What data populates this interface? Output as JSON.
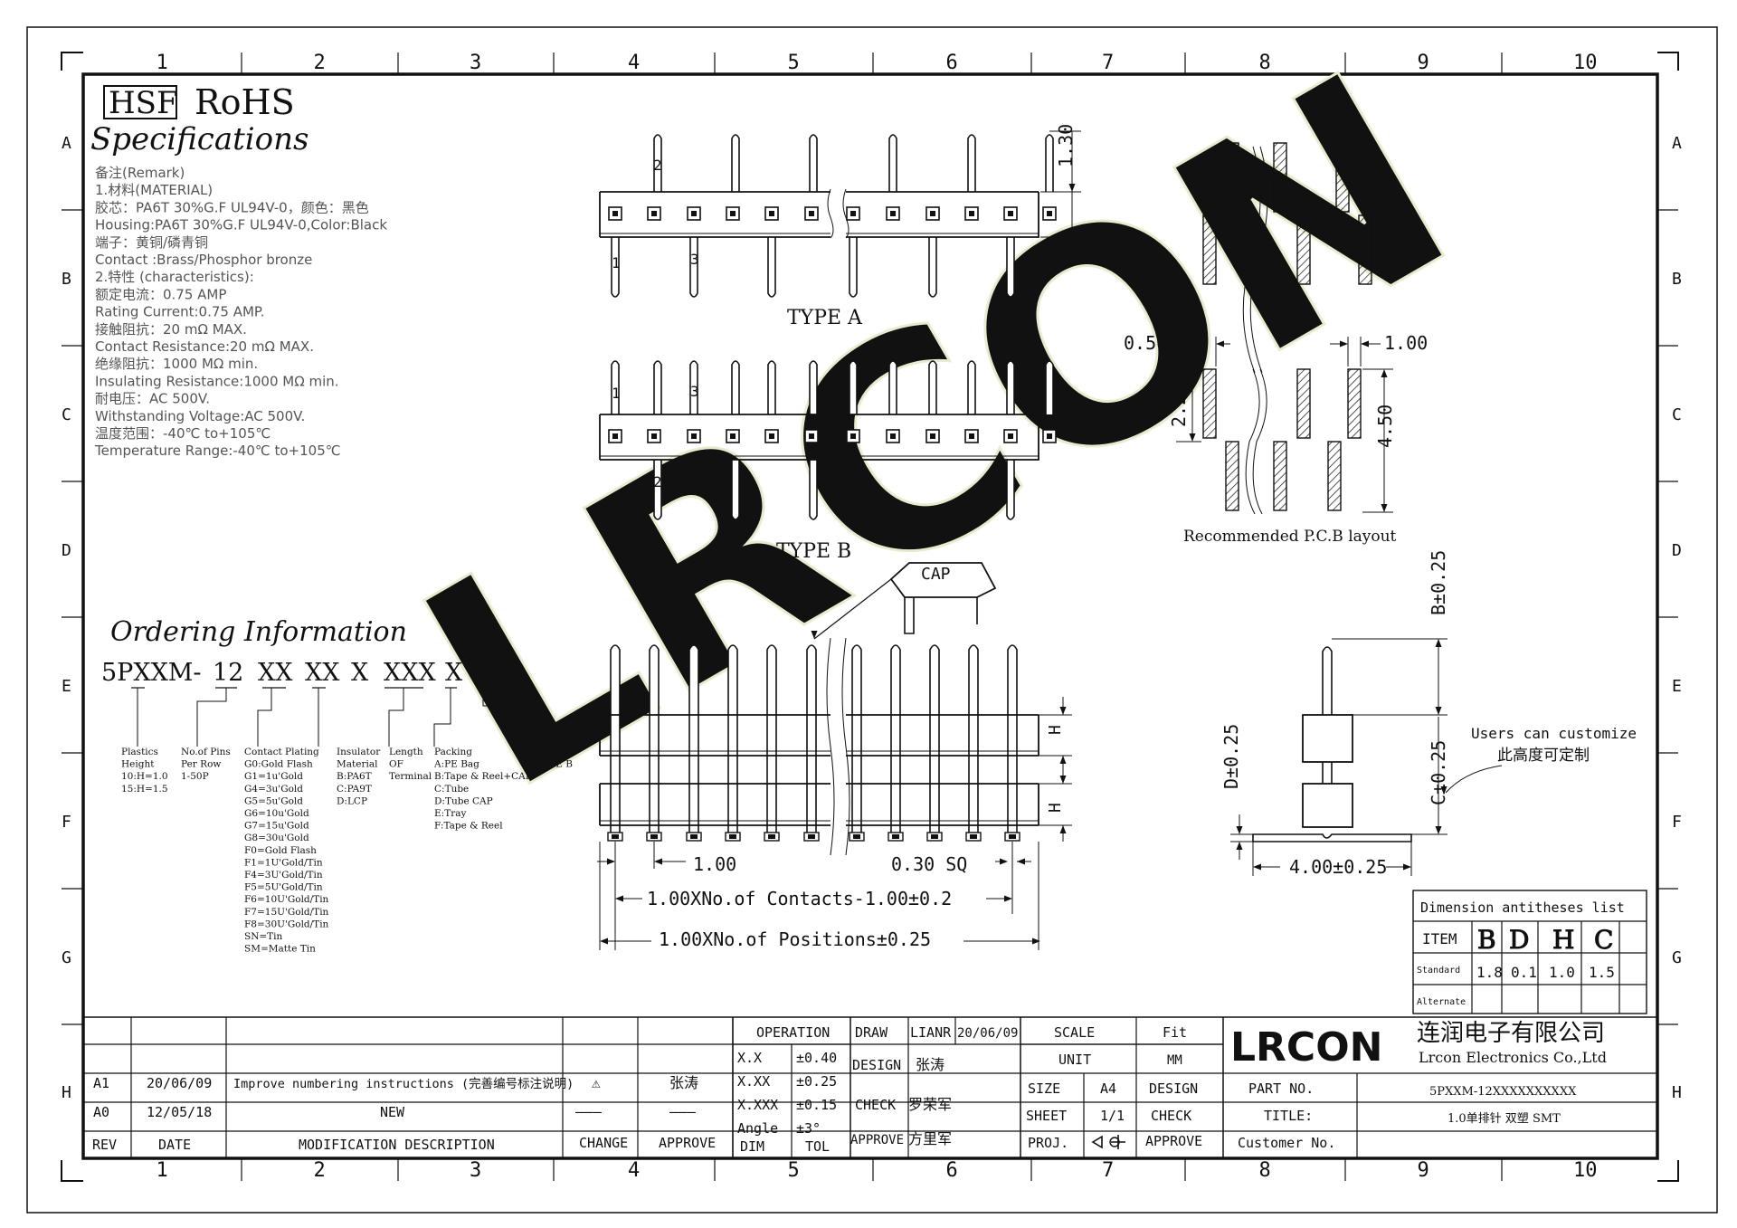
{
  "colors": {
    "line": "#111111",
    "brand": "#1f33c8",
    "watermark": "#e8eccf"
  },
  "grid": {
    "cols": [
      "1",
      "2",
      "3",
      "4",
      "5",
      "6",
      "7",
      "8",
      "9",
      "10"
    ],
    "rows": [
      "A",
      "B",
      "C",
      "D",
      "E",
      "F",
      "G",
      "H"
    ]
  },
  "header": {
    "hsf": "HSF",
    "rohs": "RoHS",
    "title": "Specifications"
  },
  "specs": [
    "备注(Remark)",
    "1.材料(MATERIAL)",
    "胶芯：PA6T 30%G.F UL94V-0，颜色：黑色",
    "Housing:PA6T 30%G.F UL94V-0,Color:Black",
    "端子：黄铜/磷青铜",
    "Contact :Brass/Phosphor bronze",
    "2.特性 (characteristics):",
    "额定电流：0.75 AMP",
    "Rating Current:0.75 AMP.",
    "接触阻抗：20 mΩ MAX.",
    "Contact Resistance:20 mΩ MAX.",
    "绝缘阻抗：1000 MΩ min.",
    "Insulating Resistance:1000 MΩ  min.",
    "耐电压：AC 500V.",
    "Withstanding Voltage:AC 500V.",
    "温度范围：-40℃ to+105℃",
    "Temperature Range:-40℃ to+105℃"
  ],
  "views": {
    "type_a": "TYPE A",
    "type_b": "TYPE B",
    "dim_130": "1.30",
    "pin_labels": [
      "1",
      "2",
      "3"
    ],
    "cap": "CAP",
    "pcb": {
      "title": "Recommended P.C.B layout",
      "dim_056": "0.56",
      "dim_100": "1.00",
      "dim_220": "2.20",
      "dim_450": "4.50"
    },
    "front": {
      "dim_pitch": "1.00",
      "dim_sq": "0.30 SQ",
      "dim_contacts": "1.00XNo.of Contacts-1.00±0.2",
      "dim_positions": "1.00XNo.of Positions±0.25",
      "h": "H"
    },
    "side": {
      "b": "B±0.25",
      "c": "C±0.25",
      "d": "D±0.25",
      "w": "4.00±0.25",
      "note_en": "Users can customize",
      "note_cn": "此高度可定制"
    }
  },
  "ordering": {
    "title": "Ordering Information",
    "code": [
      "5PXXM-",
      "12",
      "XX",
      "XX",
      "X",
      "XXX",
      "X",
      "X"
    ],
    "fields": [
      [
        "Plastics",
        "Height",
        "10:H=1.0",
        "15:H=1.5"
      ],
      [
        "No.of Pins",
        "Per Row",
        "1-50P"
      ],
      [
        "Contact Plating",
        "G0:Gold Flash",
        "G1=1u'Gold",
        "G4=3u'Gold",
        "G5=5u'Gold",
        "G6=10u'Gold",
        "G7=15u'Gold",
        "G8=30u'Gold",
        "F0=Gold Flash",
        "F1=1U'Gold/Tin",
        "F4=3U'Gold/Tin",
        "F5=5U'Gold/Tin",
        "F6=10U'Gold/Tin",
        "F7=15U'Gold/Tin",
        "F8=30U'Gold/Tin",
        "SN=Tin",
        "SM=Matte Tin"
      ],
      [
        "Insulator",
        "Material",
        "B:PA6T",
        "C:PA9T",
        "D:LCP"
      ],
      [
        "Length",
        "OF",
        "Terminal"
      ],
      [
        "Packing",
        "A:PE Bag",
        "B:Tape & Reel+CAP",
        "C:Tube",
        "D:Tube CAP",
        "E:Tray",
        "F:Tape & Reel"
      ],
      [
        "A:TYPE A",
        "B:TYPE B"
      ]
    ]
  },
  "dim_table": {
    "title": "Dimension antitheses list",
    "headers": [
      "ITEM",
      "B",
      "D",
      "H",
      "C"
    ],
    "standard": [
      "Standard",
      "1.8",
      "0.1",
      "1.0",
      "1.5",
      ""
    ],
    "alternate": [
      "Alternate",
      "",
      "",
      "",
      "",
      ""
    ]
  },
  "title_block": {
    "revisions": [
      {
        "rev": "A1",
        "date": "20/06/09",
        "desc": "Improve numbering instructions (完善编号标注说明)",
        "change": "⚠",
        "approve": "张涛"
      },
      {
        "rev": "A0",
        "date": "12/05/18",
        "desc": "NEW",
        "change": "———",
        "approve": "———"
      }
    ],
    "rev_headers": [
      "REV",
      "DATE",
      "MODIFICATION DESCRIPTION",
      "CHANGE",
      "APPROVE"
    ],
    "tolerance": {
      "operation": "OPERATION",
      "rows": [
        [
          "X.X",
          "±0.40"
        ],
        [
          "X.XX",
          "±0.25"
        ],
        [
          "X.XXX",
          "±0.15"
        ],
        [
          "Angle",
          "±3°"
        ]
      ],
      "foot": [
        "DIM",
        "TOL"
      ]
    },
    "roles": [
      [
        "DRAW",
        "LIANR",
        "20/06/09"
      ],
      [
        "DESIGN",
        "张涛",
        ""
      ],
      [
        "CHECK",
        "罗荣军",
        ""
      ],
      [
        "APPROVE",
        "方里军",
        ""
      ]
    ],
    "scale": [
      "SCALE",
      "Fit"
    ],
    "unit": [
      "UNIT",
      "MM"
    ],
    "size": [
      "SIZE",
      "A4",
      "DESIGN"
    ],
    "sheet": [
      "SHEET",
      "1/1",
      "CHECK"
    ],
    "proj": [
      "PROJ.",
      "APPROVE"
    ],
    "company": {
      "logo": "LRCON",
      "cn": "连润电子有限公司",
      "en": "Lrcon Electronics Co.,Ltd"
    },
    "part_no": [
      "PART NO.",
      "5PXXM-12XXXXXXXXXX"
    ],
    "title": [
      "TITLE:",
      "1.0单排针 双塑 SMT"
    ],
    "customer": [
      "Customer No.",
      ""
    ]
  },
  "watermark": "LRCON"
}
